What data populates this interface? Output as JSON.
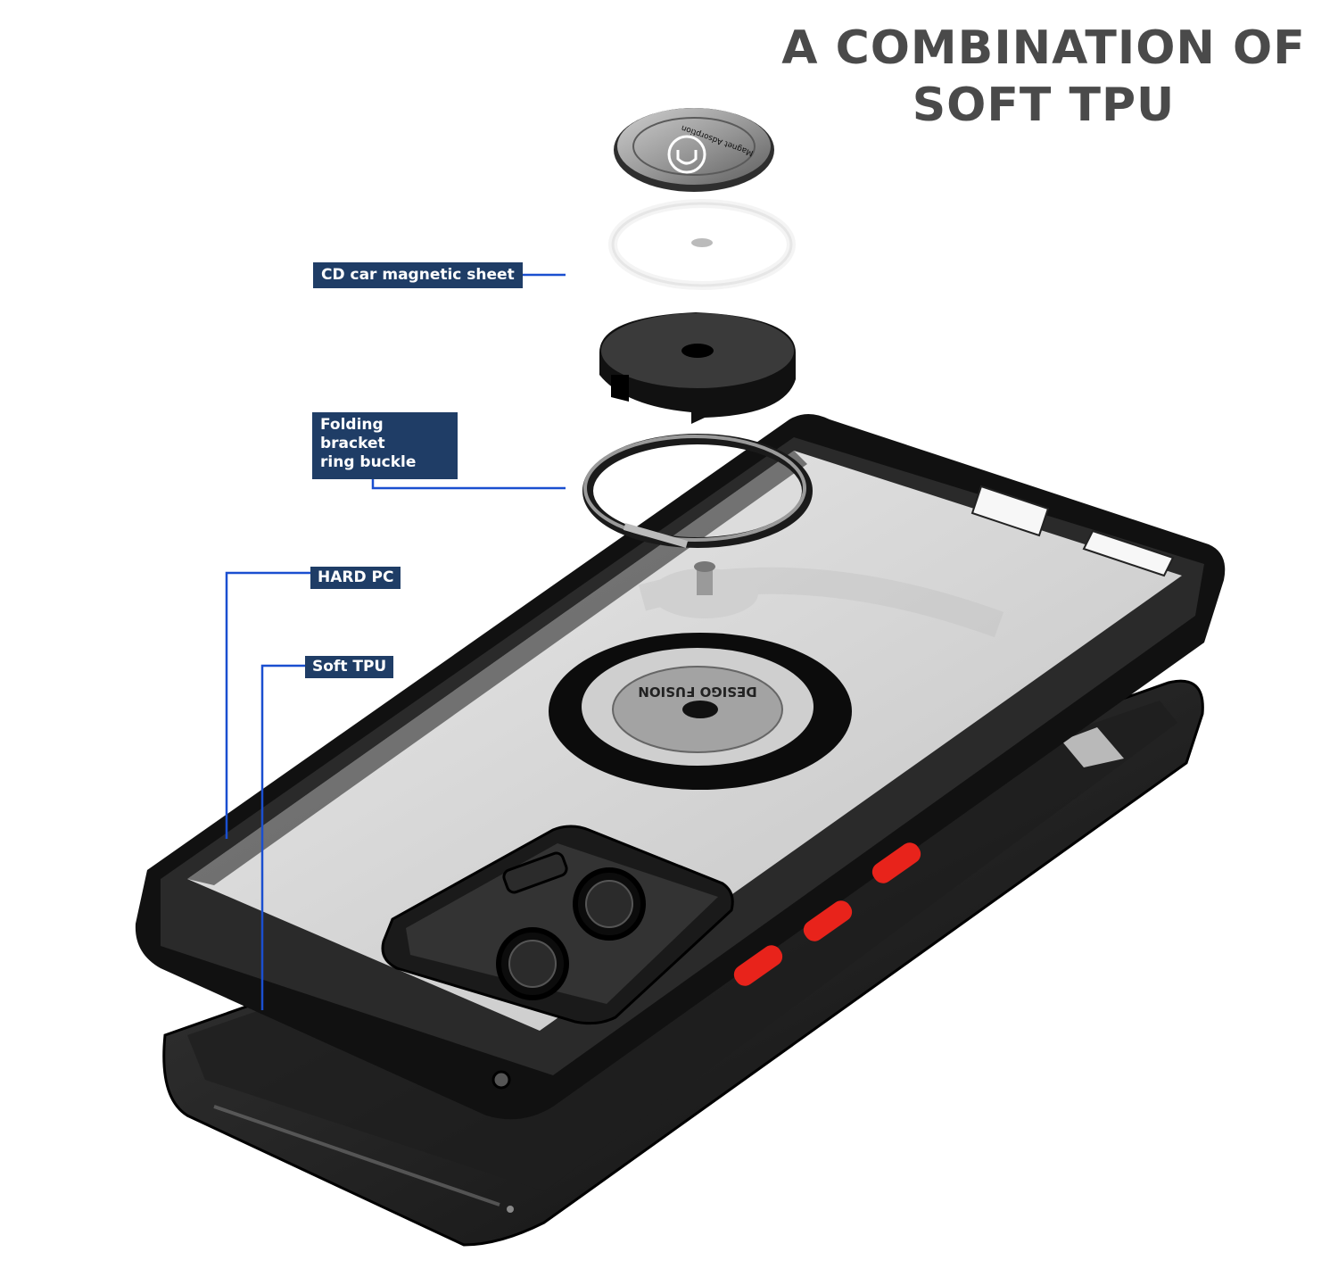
{
  "headline": {
    "line1": "A COMBINATION OF",
    "line2": "SOFT TPU"
  },
  "callouts": [
    {
      "id": "cd-sheet",
      "text": "CD car magnetic sheet"
    },
    {
      "id": "folding-bracket",
      "text": "Folding bracket\nring buckle"
    },
    {
      "id": "hard-pc",
      "text": "HARD PC"
    },
    {
      "id": "soft-tpu",
      "text": "Soft TPU"
    }
  ],
  "parts": {
    "magnet_disc_text": "Magnet Adsorption",
    "ring_base_text": "DESIGO FUSION"
  },
  "colors": {
    "label_bg": "#1f3d66",
    "leader_line": "#1a4fd0",
    "case_frame": "#111111",
    "side_button": "#e8231b",
    "headline": "#4a4a4a"
  }
}
